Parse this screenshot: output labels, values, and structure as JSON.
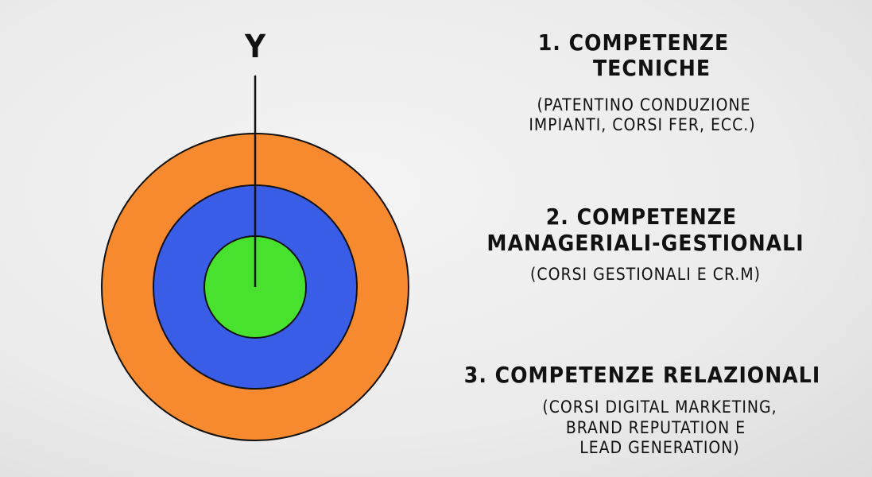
{
  "diagram": {
    "axis_label": "Y",
    "rings": [
      {
        "name": "outer",
        "color": "#f78a2f"
      },
      {
        "name": "middle",
        "color": "#3a5de8"
      },
      {
        "name": "inner",
        "color": "#48e22e"
      }
    ]
  },
  "sections": [
    {
      "title_lines": [
        "1. COMPETENZE",
        "TECNICHE"
      ],
      "detail_lines": [
        "(PATENTINO CONDUZIONE",
        "IMPIANTI, CORSI FER, ECC.)"
      ]
    },
    {
      "title_lines": [
        "2. COMPETENZE",
        "MANAGERIALI-GESTIONALI"
      ],
      "detail_lines": [
        "(CORSI GESTIONALI E CR.M)"
      ]
    },
    {
      "title_lines": [
        "3. COMPETENZE RELAZIONALI"
      ],
      "detail_lines": [
        "(CORSI DIGITAL MARKETING,",
        "BRAND REPUTATION E",
        "LEAD GENERATION)"
      ]
    }
  ]
}
